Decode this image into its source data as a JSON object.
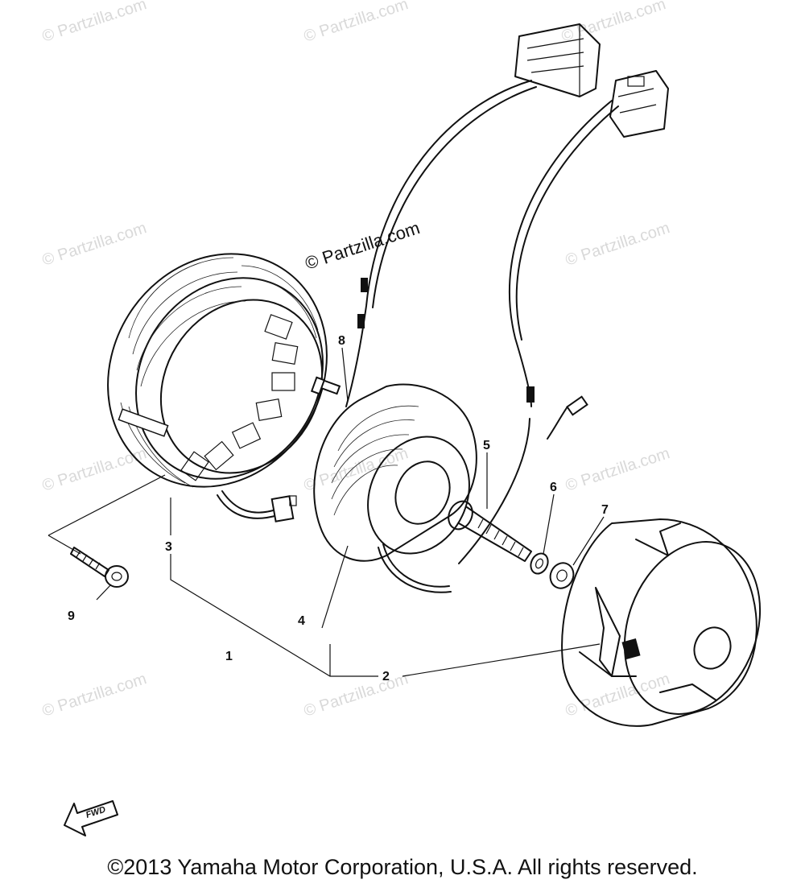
{
  "watermark_text": "© Partzilla.com",
  "callouts": {
    "c1": "1",
    "c2": "2",
    "c3": "3",
    "c4": "4",
    "c5": "5",
    "c6": "6",
    "c7": "7",
    "c8": "8",
    "c9": "9"
  },
  "fwd_label": "FWD",
  "copyright": "©2013 Yamaha Motor Corporation, U.S.A. All rights reserved."
}
